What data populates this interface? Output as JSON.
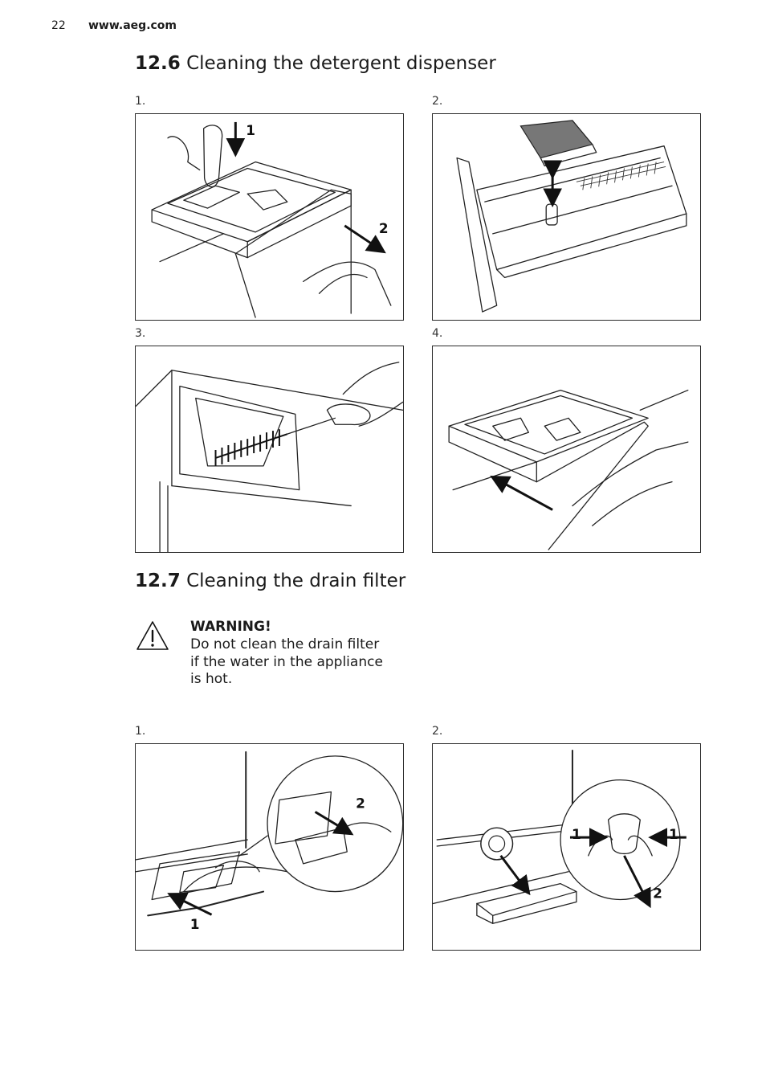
{
  "header": {
    "page_number": "22",
    "website": "www.aeg.com"
  },
  "section_dispenser": {
    "number": "12.6",
    "title": "Cleaning the detergent dispenser",
    "steps": [
      {
        "label": "1.",
        "callouts": [
          "1",
          "2"
        ]
      },
      {
        "label": "2."
      },
      {
        "label": "3."
      },
      {
        "label": "4."
      }
    ]
  },
  "section_drain": {
    "number": "12.7",
    "title": "Cleaning the drain filter",
    "warning": {
      "icon": "warning-triangle-icon",
      "title": "WARNING!",
      "text": "Do not clean the drain filter if the water in the appliance is hot."
    },
    "steps": [
      {
        "label": "1.",
        "callouts": [
          "2",
          "1"
        ]
      },
      {
        "label": "2.",
        "callouts": [
          "1",
          "1",
          "2"
        ]
      }
    ]
  }
}
